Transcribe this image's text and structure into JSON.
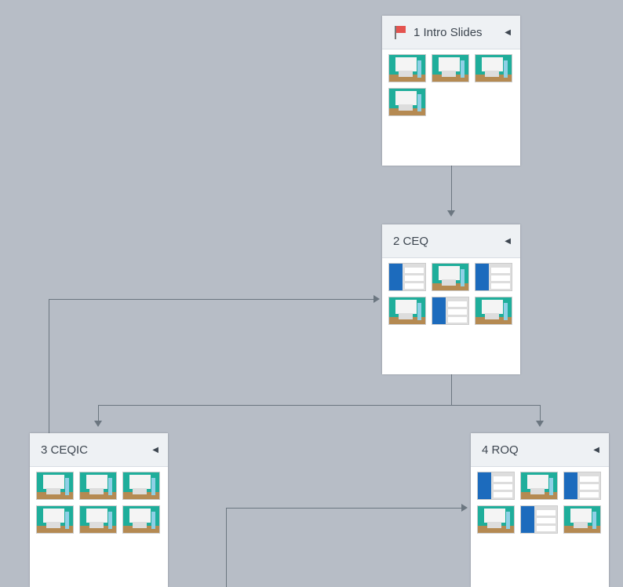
{
  "nodes": [
    {
      "title": "1 Intro Slides",
      "flag": true,
      "slides": [
        "presenter",
        "presenter",
        "presenter",
        "presenter"
      ]
    },
    {
      "title": "2 CEQ",
      "flag": false,
      "slides": [
        "question",
        "presenter",
        "question",
        "presenter",
        "question",
        "presenter"
      ]
    },
    {
      "title": "3 CEQIC",
      "flag": false,
      "slides": [
        "presenter",
        "presenter",
        "presenter",
        "presenter",
        "presenter",
        "presenter"
      ]
    },
    {
      "title": "4 ROQ",
      "flag": false,
      "slides": [
        "question",
        "presenter",
        "question",
        "presenter",
        "question",
        "presenter"
      ]
    }
  ],
  "colors": {
    "background": "#b7bdc6",
    "connector": "#6b7680",
    "flag": "#e4534f"
  }
}
